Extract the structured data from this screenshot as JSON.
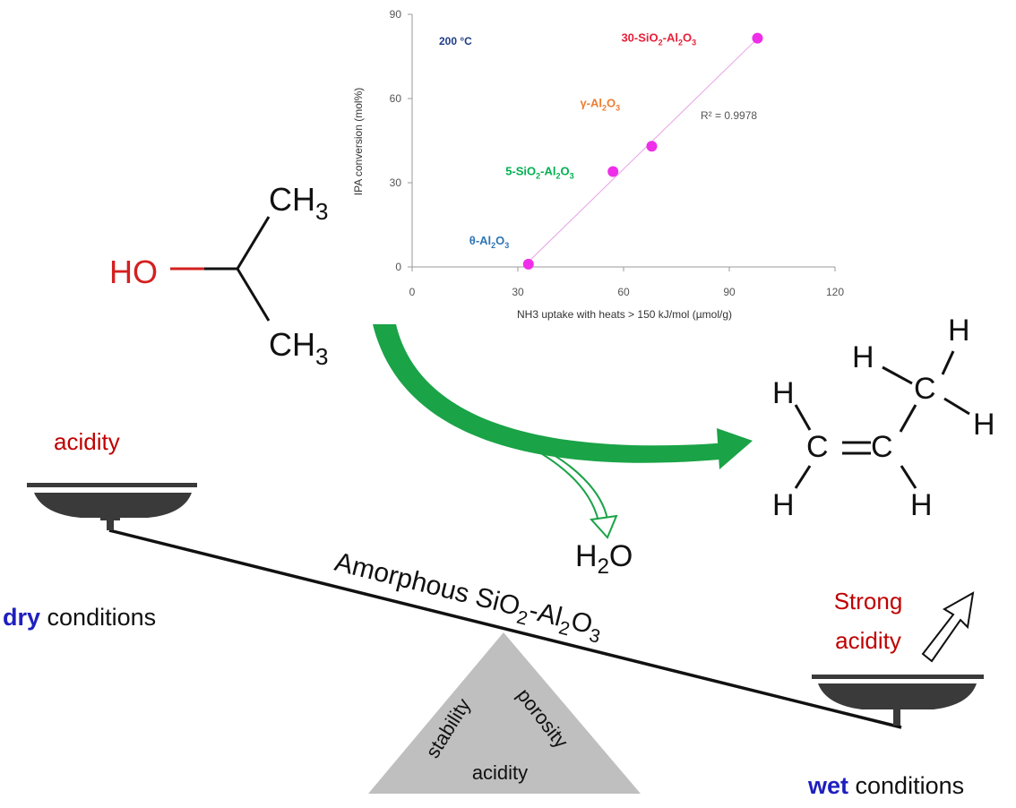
{
  "chart_data": {
    "type": "scatter",
    "title": "",
    "annotation_temp": "200 °C",
    "xlabel": "NH3 uptake with heats > 150 kJ/mol (µmol/g)",
    "ylabel": "IPA conversion (mol%)",
    "xlim": [
      0,
      120
    ],
    "ylim": [
      0,
      90
    ],
    "xticks": [
      "0",
      "30",
      "60",
      "90",
      "120"
    ],
    "yticks": [
      "0",
      "30",
      "60",
      "90"
    ],
    "r2_label": "R² = 0.9978",
    "fit_line": {
      "x": [
        31.5,
        98.5
      ],
      "y": [
        0,
        82
      ]
    },
    "points": [
      {
        "label": "θ-Al2O3",
        "x": 33,
        "y": 1,
        "color": "#2e75b6"
      },
      {
        "label": "5-SiO2-Al2O3",
        "x": 57,
        "y": 34,
        "color": "#00b050"
      },
      {
        "label": "γ-Al2O3",
        "x": 68,
        "y": 43,
        "color": "#ed7d31"
      },
      {
        "label": "30-SiO2-Al2O3",
        "x": 98,
        "y": 81.5,
        "color": "#e8203a"
      }
    ],
    "marker_color": "#ee2ee8"
  },
  "diagram": {
    "reactant": {
      "ho": "HO",
      "ch3_top": "CH",
      "ch3_bottom": "CH",
      "sub3": "3"
    },
    "product": {
      "atoms": [
        "H",
        "H",
        "H",
        "H",
        "H",
        "H",
        "C",
        "C",
        "C"
      ]
    },
    "water": {
      "h": "H",
      "sub": "2",
      "o": "O"
    },
    "balance": {
      "beam_label_main": "Amorphous SiO",
      "beam_sub2": "2",
      "beam_mid": "-Al",
      "beam_sub2b": "2",
      "beam_o": "O",
      "beam_sub3": "3",
      "left_pan_label": "acidity",
      "left_condition_bold": "dry",
      "left_condition_rest": " conditions",
      "right_pan_label_1": "Strong",
      "right_pan_label_2": "acidity",
      "right_condition_bold": "wet",
      "right_condition_rest": " conditions",
      "fulcrum_labels": [
        "stability",
        "porosity",
        "acidity"
      ]
    },
    "colors": {
      "red_text": "#c00000",
      "blue_bold": "#1f1fbf",
      "arrow_green": "#1aa347",
      "pan": "#3a3a3a",
      "fulcrum": "#bfbfbf"
    }
  }
}
